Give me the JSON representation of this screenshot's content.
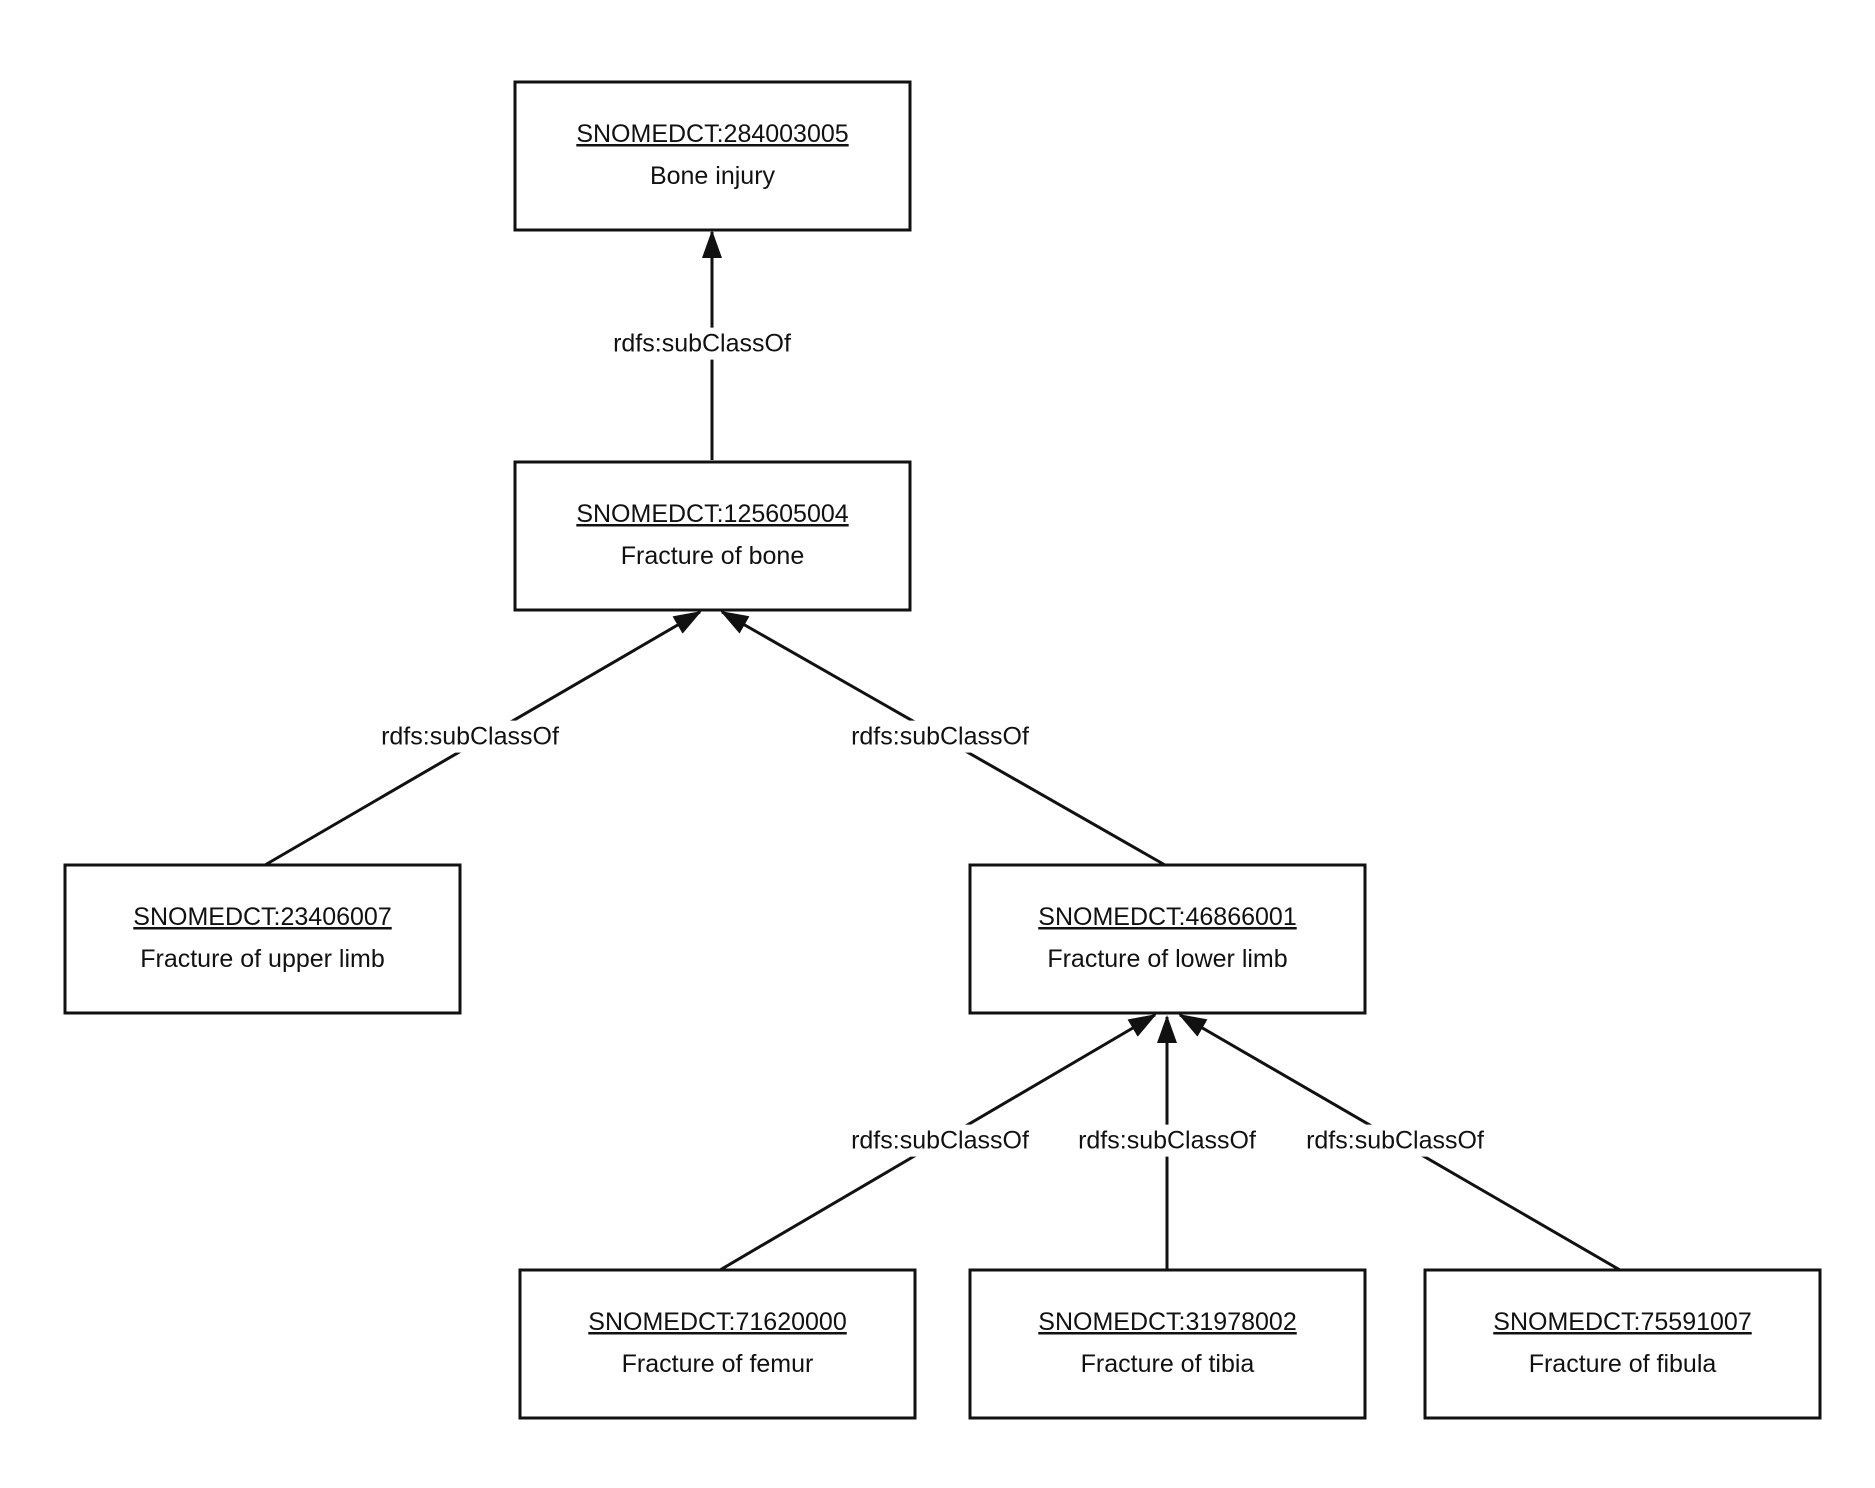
{
  "nodes": [
    {
      "id": "SNOMEDCT:284003005",
      "label": "Bone injury"
    },
    {
      "id": "SNOMEDCT:125605004",
      "label": "Fracture of bone"
    },
    {
      "id": "SNOMEDCT:23406007",
      "label": "Fracture of upper limb"
    },
    {
      "id": "SNOMEDCT:46866001",
      "label": "Fracture of lower limb"
    },
    {
      "id": "SNOMEDCT:71620000",
      "label": "Fracture of femur"
    },
    {
      "id": "SNOMEDCT:31978002",
      "label": "Fracture of tibia"
    },
    {
      "id": "SNOMEDCT:75591007",
      "label": "Fracture of fibula"
    }
  ],
  "edges": [
    {
      "from": "SNOMEDCT:125605004",
      "to": "SNOMEDCT:284003005",
      "label": "rdfs:subClassOf"
    },
    {
      "from": "SNOMEDCT:23406007",
      "to": "SNOMEDCT:125605004",
      "label": "rdfs:subClassOf"
    },
    {
      "from": "SNOMEDCT:46866001",
      "to": "SNOMEDCT:125605004",
      "label": "rdfs:subClassOf"
    },
    {
      "from": "SNOMEDCT:71620000",
      "to": "SNOMEDCT:46866001",
      "label": "rdfs:subClassOf"
    },
    {
      "from": "SNOMEDCT:31978002",
      "to": "SNOMEDCT:46866001",
      "label": "rdfs:subClassOf"
    },
    {
      "from": "SNOMEDCT:75591007",
      "to": "SNOMEDCT:46866001",
      "label": "rdfs:subClassOf"
    }
  ]
}
